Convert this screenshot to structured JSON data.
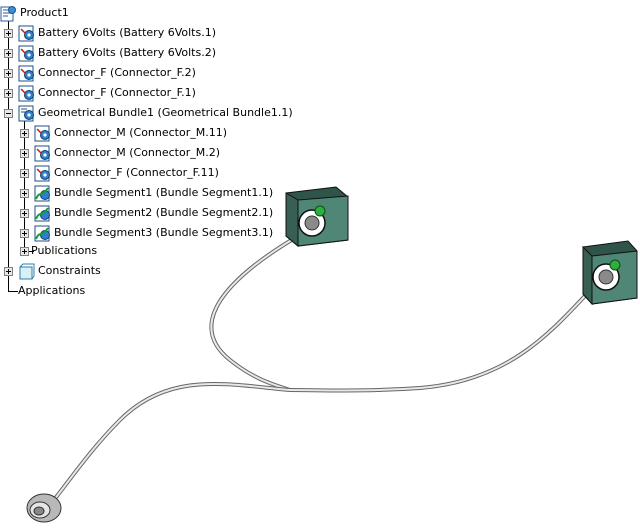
{
  "tree": {
    "root": {
      "label": "Product1",
      "icon": "product-icon"
    },
    "children": [
      {
        "label": "Battery 6Volts (Battery 6Volts.1)",
        "icon": "part-gear-icon"
      },
      {
        "label": "Battery 6Volts (Battery 6Volts.2)",
        "icon": "part-gear-icon"
      },
      {
        "label": "Connector_F (Connector_F.2)",
        "icon": "part-gear-icon"
      },
      {
        "label": "Connector_F (Connector_F.1)",
        "icon": "part-gear-icon"
      },
      {
        "label": "Geometrical Bundle1 (Geometrical Bundle1.1)",
        "icon": "product-gear-icon"
      }
    ],
    "bundle_children": [
      {
        "label": "Connector_M (Connector_M.11)",
        "icon": "part-gear-icon"
      },
      {
        "label": "Connector_M (Connector_M.2)",
        "icon": "part-gear-icon"
      },
      {
        "label": "Connector_F (Connector_F.11)",
        "icon": "part-gear-icon"
      },
      {
        "label": "Bundle Segment1 (Bundle Segment1.1)",
        "icon": "bundle-segment-icon"
      },
      {
        "label": "Bundle Segment2 (Bundle Segment2.1)",
        "icon": "bundle-segment-icon"
      },
      {
        "label": "Bundle Segment3 (Bundle Segment3.1)",
        "icon": "bundle-segment-icon"
      },
      {
        "label": "Publications",
        "icon": "none"
      }
    ],
    "constraints": {
      "label": "Constraints",
      "icon": "constraints-icon"
    },
    "applications": {
      "label": "Applications",
      "icon": "none"
    }
  },
  "colors": {
    "background": "#ffffff",
    "battery_body": "#4a7c6c",
    "battery_dark": "#2f5449",
    "wire": "#d8d8d8",
    "connector": "#9a9a9a"
  }
}
